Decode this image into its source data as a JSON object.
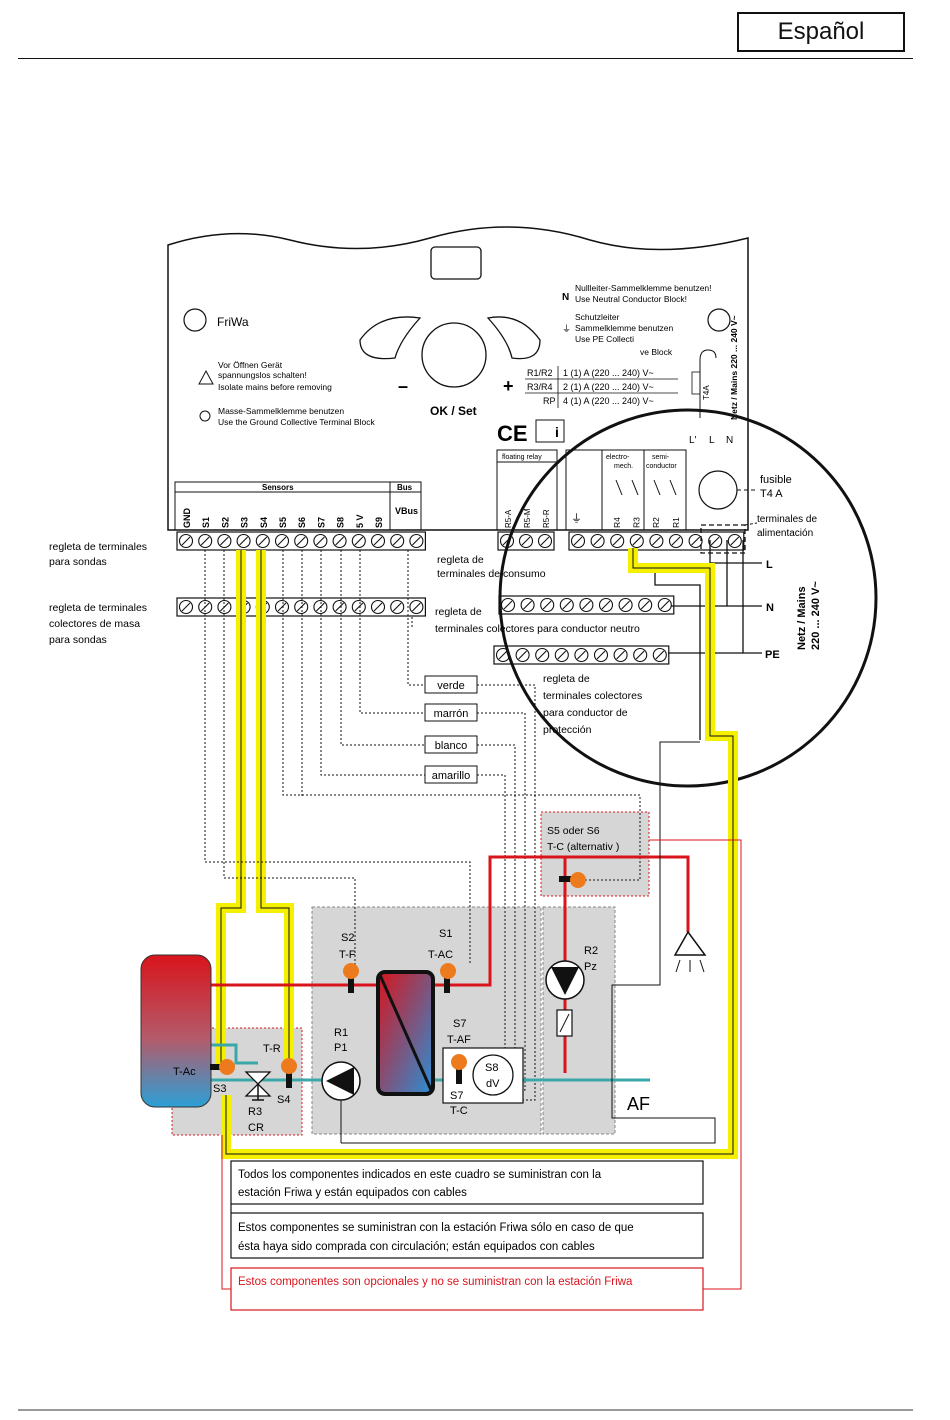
{
  "language_label": "Español",
  "controller": {
    "name": "FriWa",
    "warning_de": "Vor Öffnen Gerät spannungslos schalten!",
    "warning_en": "Isolate mains before removing",
    "ground_de": "Masse-Sammelklemme benutzen",
    "ground_en": "Use the Ground Collective Terminal Block",
    "ok_label": "OK / Set",
    "minus": "–",
    "plus": "+",
    "neutral_de": "Nullleiter-Sammelklemme benutzen!",
    "neutral_en": "Use Neutral Conductor Block!",
    "n_mark": "N",
    "pe_de1": "Schutzleiter",
    "pe_de2": "Sammelklemme benutzen",
    "pe_en1": "Use PE Collecti",
    "pe_en2": "ve Block",
    "relay_rows": [
      {
        "name": "R1/R2",
        "spec": "1 (1) A (220 ... 240) V~"
      },
      {
        "name": "R3/R4",
        "spec": "2 (1) A (220 ... 240) V~"
      },
      {
        "name": "RP",
        "spec": "4 (1) A (220 ... 240) V~"
      }
    ],
    "fuse_small": "T4A",
    "mains_vertical": "Netz / Mains 220 ... 240 V~",
    "ce": "CE",
    "info": "i",
    "l_prime": "L'",
    "l": "L",
    "n": "N"
  },
  "terminals": {
    "sensors_header": "Sensors",
    "bus_header": "Bus",
    "sensor_labels": [
      "GND",
      "S1",
      "S2",
      "S3",
      "S4",
      "S5",
      "S6",
      "S7",
      "S8",
      "5 V",
      "S9"
    ],
    "vbus_label": "VBus",
    "floating_relay": "floating relay",
    "float_labels": [
      "R5-A",
      "R5-M",
      "R5-R"
    ],
    "electro": "electro-mech.",
    "semi": "semi-conductor",
    "relay_labels": [
      "R4",
      "R3",
      "R2",
      "R1"
    ]
  },
  "annotations": {
    "fusible": "fusible",
    "fusible_val": "T4 A",
    "terminales_alim_1": "terminales de",
    "terminales_alim_2": "alimentación",
    "L": "L",
    "N": "N",
    "PE": "PE",
    "netz_1": "Netz / Mains",
    "netz_2": "220 ... 240 V~",
    "sondas_1": "regleta de terminales",
    "sondas_2": "para sondas",
    "masa_1": "regleta de terminales",
    "masa_2": "colectores de masa",
    "masa_3": "para sondas",
    "consumo_1": "regleta de",
    "consumo_2": "terminales de consumo",
    "neutro_1": "regleta de",
    "neutro_2": "terminales colectores para conductor neutro",
    "prot_1": "regleta de",
    "prot_2": "terminales colectores",
    "prot_3": "para conductor de",
    "prot_4": "protección"
  },
  "wire_colors": [
    "verde",
    "marrón",
    "blanco",
    "amarillo"
  ],
  "components": {
    "s5s6_1": "S5 oder S6",
    "s5s6_2": "T-C (alternativ )",
    "s2": "S2",
    "tf": "T-F",
    "s1": "S1",
    "tac": "T-AC",
    "r1": "R1",
    "p1": "P1",
    "s7a": "S7",
    "taf": "T-AF",
    "s8": "S8",
    "dv": "dV",
    "s7b": "S7",
    "tc": "T-C",
    "r2": "R2",
    "pz": "Pz",
    "af": "AF",
    "tr": "T-R",
    "tac2": "T-Ac",
    "s3": "S3",
    "s4": "S4",
    "r3": "R3",
    "cr": "CR"
  },
  "legend": [
    {
      "line1": "Todos los componentes indicados en este cuadro se suministran con la",
      "line2": "estación Friwa y están equipados con cables"
    },
    {
      "line1": "Estos componentes se suministran con la estación Friwa sólo en caso de que",
      "line2": "ésta haya sido comprada con circulación; están equipados con cables"
    },
    {
      "line1": "Estos componentes son opcionales y no se suministran con la estación Friwa",
      "line2": ""
    }
  ],
  "colors": {
    "hot": "#d8141c",
    "cold": "#3aa8a8",
    "highlight": "#f4f000",
    "sensor": "#ee7a1e",
    "gray_box": "#d6d6d6",
    "optional_border": "#d8141c"
  }
}
